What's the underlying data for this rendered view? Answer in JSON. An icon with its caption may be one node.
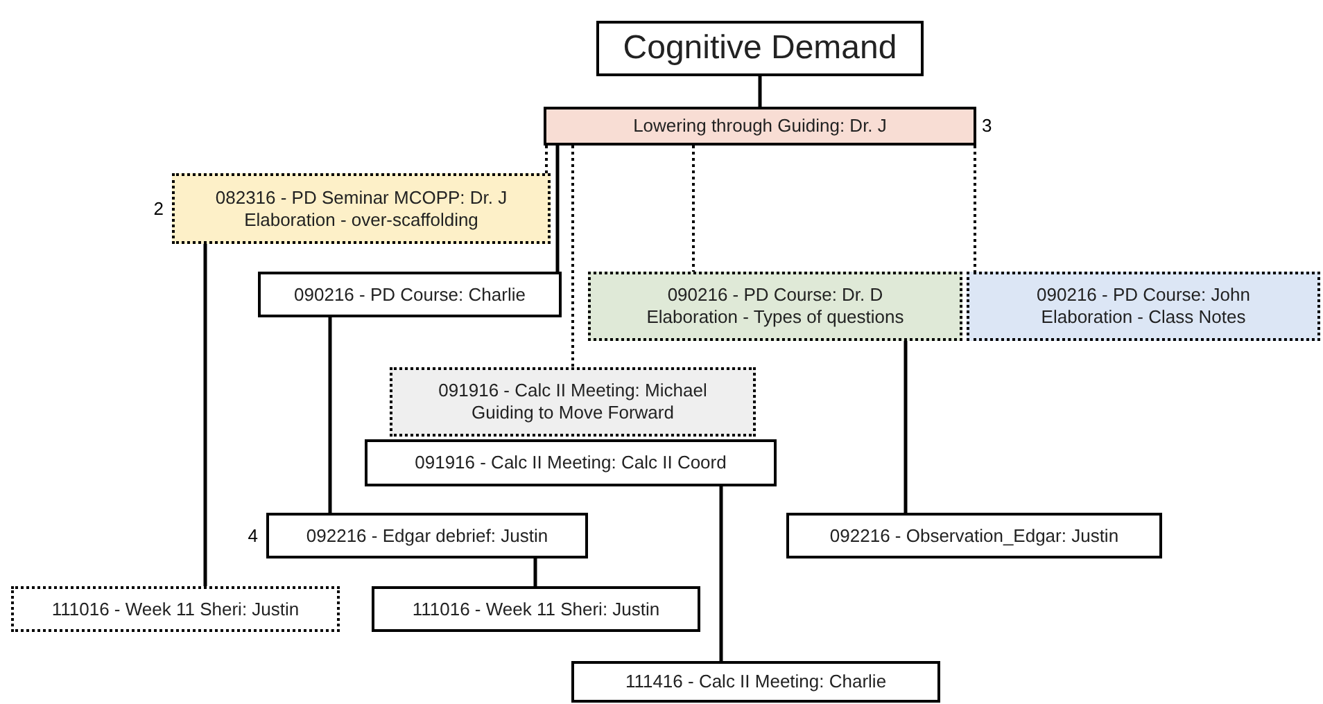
{
  "diagram": {
    "nodes": [
      {
        "text": [
          "Cognitive Demand"
        ]
      },
      {
        "text": [
          "Lowering through Guiding: Dr. J"
        ],
        "beside": [
          "3"
        ]
      },
      {
        "text": [
          "082316 - PD Seminar MCOPP: Dr. J",
          "Elaboration - over-scaffolding"
        ],
        "beside": [
          "2"
        ]
      },
      {
        "text": [
          "090216 - PD Course: Charlie"
        ]
      },
      {
        "text": [
          "090216 - PD Course: Dr. D",
          "Elaboration - Types of questions"
        ]
      },
      {
        "text": [
          "090216 - PD Course: John",
          "Elaboration - Class Notes"
        ]
      },
      {
        "text": [
          "091916 - Calc II Meeting: Michael",
          "Guiding to Move Forward"
        ]
      },
      {
        "text": [
          "091916 - Calc II Meeting: Calc II Coord"
        ]
      },
      {
        "text": [
          "092216 - Observation_Edgar: Justin"
        ]
      },
      {
        "text": [
          "092216 - Edgar debrief: Justin"
        ],
        "beside": [
          "4"
        ]
      },
      {
        "text": [
          "111016 - Week 11 Sheri: Justin"
        ]
      },
      {
        "text": [
          "111016 - Week 11 Sheri: Justin"
        ]
      },
      {
        "text": [
          "111416 - Calc II Meeting: Charlie"
        ]
      }
    ],
    "edges": [
      {
        "from": 0,
        "to": 1,
        "arrow": "none"
      },
      {
        "from": 1,
        "to": 2,
        "arrow": "none",
        "style": "dashed"
      },
      {
        "from": 1,
        "to": 3,
        "arrow": "none"
      },
      {
        "from": 1,
        "to": 6,
        "arrow": "none",
        "style": "dashed"
      },
      {
        "from": 1,
        "to": 4,
        "arrow": "none",
        "style": "dashed"
      },
      {
        "from": 1,
        "to": 5,
        "arrow": "none",
        "style": "dashed"
      },
      {
        "from": 2,
        "to": 10,
        "arrow": "none"
      },
      {
        "from": 3,
        "to": 9,
        "arrow": "none"
      },
      {
        "from": 9,
        "to": 11,
        "arrow": "none"
      },
      {
        "from": 7,
        "to": 12,
        "arrow": "none"
      },
      {
        "from": 4,
        "to": 8,
        "arrow": "none"
      }
    ]
  }
}
